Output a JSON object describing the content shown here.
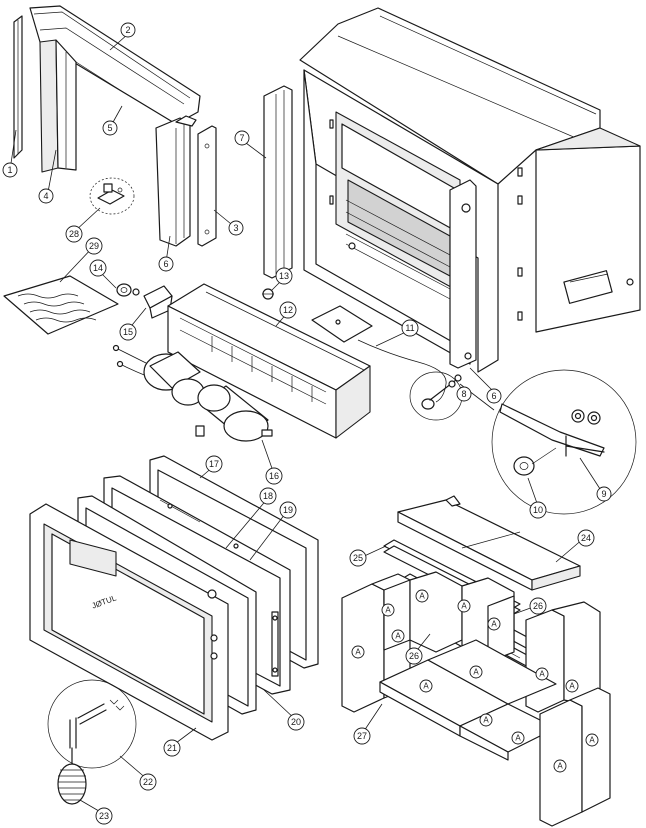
{
  "callouts": [
    {
      "id": "c1",
      "label": "1"
    },
    {
      "id": "c2",
      "label": "2"
    },
    {
      "id": "c3",
      "label": "3"
    },
    {
      "id": "c4",
      "label": "4"
    },
    {
      "id": "c5",
      "label": "5"
    },
    {
      "id": "c6a",
      "label": "6"
    },
    {
      "id": "c6b",
      "label": "6"
    },
    {
      "id": "c7",
      "label": "7"
    },
    {
      "id": "c8",
      "label": "8"
    },
    {
      "id": "c9",
      "label": "9"
    },
    {
      "id": "c10",
      "label": "10"
    },
    {
      "id": "c11",
      "label": "11"
    },
    {
      "id": "c12",
      "label": "12"
    },
    {
      "id": "c13",
      "label": "13"
    },
    {
      "id": "c14",
      "label": "14"
    },
    {
      "id": "c15",
      "label": "15"
    },
    {
      "id": "c16",
      "label": "16"
    },
    {
      "id": "c17",
      "label": "17"
    },
    {
      "id": "c18",
      "label": "18"
    },
    {
      "id": "c19",
      "label": "19"
    },
    {
      "id": "c20",
      "label": "20"
    },
    {
      "id": "c21",
      "label": "21"
    },
    {
      "id": "c22",
      "label": "22"
    },
    {
      "id": "c23",
      "label": "23"
    },
    {
      "id": "c24",
      "label": "24"
    },
    {
      "id": "c25",
      "label": "25"
    },
    {
      "id": "c26a",
      "label": "26"
    },
    {
      "id": "c26b",
      "label": "26"
    },
    {
      "id": "c27",
      "label": "27"
    },
    {
      "id": "c28",
      "label": "28"
    },
    {
      "id": "c29",
      "label": "29"
    }
  ],
  "brick_marker": "A",
  "door_logo": "JØTUL"
}
